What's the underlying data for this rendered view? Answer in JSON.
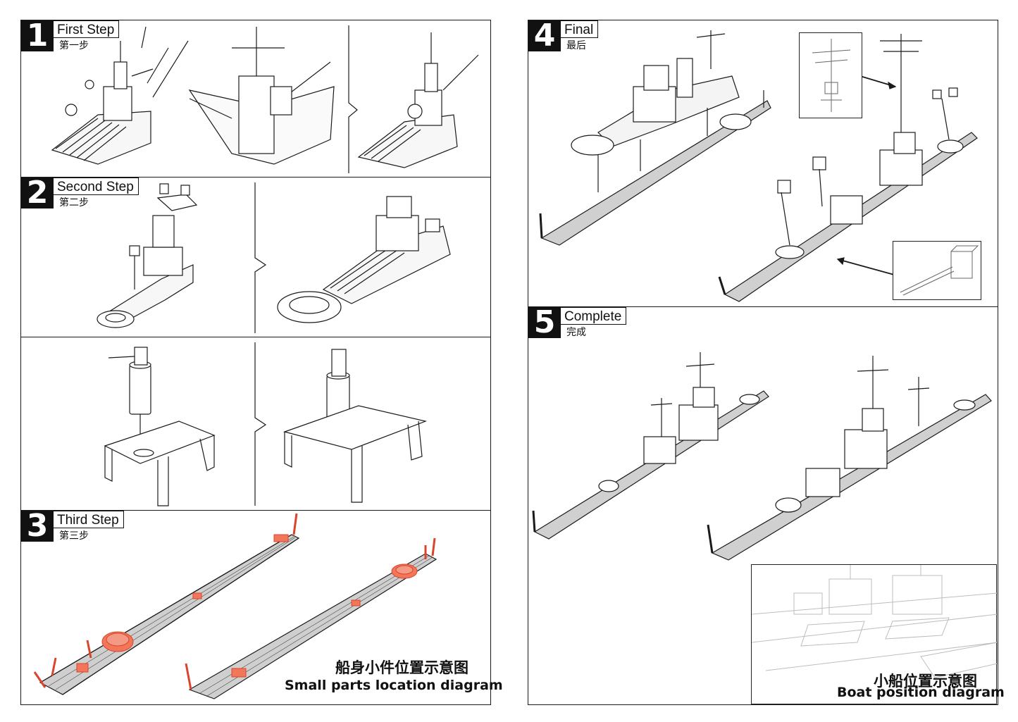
{
  "steps": [
    {
      "number": "1",
      "title_en": "First Step",
      "title_cn": "第一步"
    },
    {
      "number": "2",
      "title_en": "Second Step",
      "title_cn": "第二步"
    },
    {
      "number": "3",
      "title_en": "Third Step",
      "title_cn": "第三步"
    },
    {
      "number": "4",
      "title_en": "Final",
      "title_cn": "最后"
    },
    {
      "number": "5",
      "title_en": "Complete",
      "title_cn": "完成"
    }
  ],
  "captions": {
    "small_parts_cn": "船身小件位置示意图",
    "small_parts_en": "Small parts location diagram",
    "boat_position_cn": "小船位置示意图",
    "boat_position_en": "Boat position diagram"
  },
  "colors": {
    "line": "#1a1a1a",
    "highlight": "#f2775a",
    "highlight_dark": "#d9442a"
  }
}
